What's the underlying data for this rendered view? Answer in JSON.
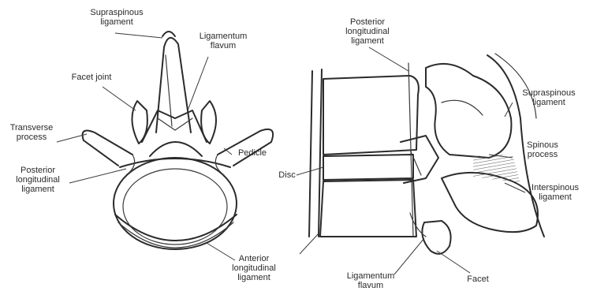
{
  "labels": {
    "supraspinous_left": "Supraspinous\nligament",
    "ligamentum_flavum_top": "Ligamentum\nflavum",
    "facet_joint": "Facet joint",
    "transverse_process": "Transverse\nprocess",
    "pedicle": "Pedicle",
    "posterior_long_left": "Posterior\nlongitudinal\nligament",
    "anterior_long": "Anterior\nlongitudinal\nligament",
    "posterior_long_right": "Posterior\nlongitudinal\nligament",
    "supraspinous_right": "Supraspinous\nligament",
    "spinous_process": "Spinous\nprocess",
    "disc": "Disc",
    "interspinous": "Interspinous\nligament",
    "ligamentum_flavum_bottom": "Ligamentum\nflavum",
    "facet": "Facet"
  }
}
